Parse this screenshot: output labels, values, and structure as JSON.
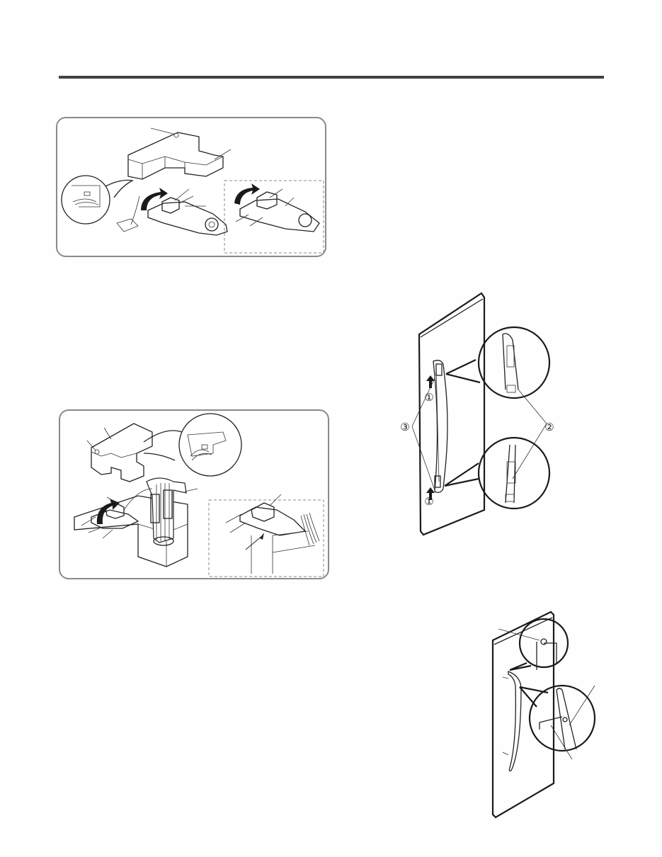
{
  "page": {
    "header_rule_color": "#3f4347",
    "panel_border_color": "#8a8a8a"
  },
  "figures": [
    {
      "id": "fig-1",
      "description": "Cover box above hinge bracket with wire clamp being rotated; inset detail of wiring and dashed-box detail of clamp",
      "callouts": []
    },
    {
      "id": "fig-2",
      "description": "Cover box lifted above hinge with wire harness bundle; inset detail of wiring; dashed-box detail of clamp with arrow",
      "callouts": []
    },
    {
      "id": "fig-3",
      "description": "Door with handle; magnified circular details of top and bottom handle mounts",
      "markers": {
        "step_1_top": "①",
        "step_1_bottom": "①",
        "step_2": "②",
        "step_3": "③"
      }
    },
    {
      "id": "fig-4",
      "description": "Door with slim handle; circular detail views of set screw and hex key",
      "callouts": []
    }
  ]
}
